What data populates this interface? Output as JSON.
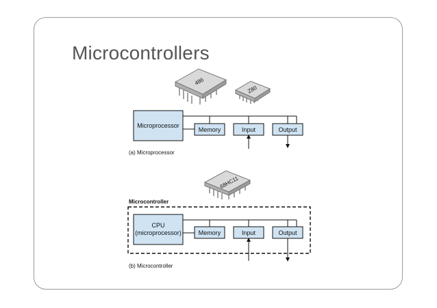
{
  "slide": {
    "title": "Microcontrollers"
  },
  "diagram_a": {
    "chip_large_label": "486",
    "chip_small_label": "Z80",
    "processor": "Microprocessor",
    "memory": "Memory",
    "input": "Input",
    "output": "Output",
    "caption": "(a)  Microprocessor"
  },
  "diagram_b": {
    "group_label": "Microcontroller",
    "chip_label": "68HC11",
    "cpu_line1": "CPU",
    "cpu_line2": "(microprocessor)",
    "memory": "Memory",
    "input": "Input",
    "output": "Output",
    "caption": "(b)  Microcontroller"
  },
  "colors": {
    "block_fill": "#cfe3f3",
    "frame_border": "#9a9a9a",
    "title_color": "#555555"
  }
}
